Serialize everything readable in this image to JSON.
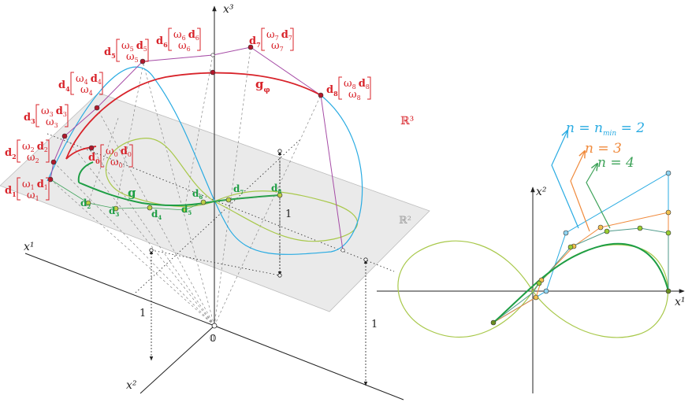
{
  "space_label": "ℝ³",
  "plane_label": "ℝ²",
  "origin_label": "𝟘",
  "axes": {
    "x1": "x¹",
    "x2": "x²",
    "x3": "x³"
  },
  "unit_label": "1",
  "curve_labels": {
    "g_phi": "g",
    "g_phi_sup": "φ",
    "g": "g"
  },
  "weighted_points": [
    {
      "d": "d",
      "sub": "0",
      "w": "ω",
      "ws": "0"
    },
    {
      "d": "d",
      "sub": "1",
      "w": "ω",
      "ws": "1"
    },
    {
      "d": "d",
      "sub": "2",
      "w": "ω",
      "ws": "2"
    },
    {
      "d": "d",
      "sub": "3",
      "w": "ω",
      "ws": "3"
    },
    {
      "d": "d",
      "sub": "4",
      "w": "ω",
      "ws": "4"
    },
    {
      "d": "d",
      "sub": "5",
      "w": "ω",
      "ws": "5"
    },
    {
      "d": "d",
      "sub": "6",
      "w": "ω",
      "ws": "6"
    },
    {
      "d": "d",
      "sub": "7",
      "w": "ω",
      "ws": "7"
    },
    {
      "d": "d",
      "sub": "8",
      "w": "ω",
      "ws": "8"
    }
  ],
  "plane_points": [
    "2",
    "3",
    "4",
    "5",
    "6",
    "7",
    "8"
  ],
  "legend": [
    {
      "text": "n = n",
      "sub": "min",
      "rest": " = 2",
      "color": "#29abe2"
    },
    {
      "text": "n = 3",
      "sub": "",
      "rest": "",
      "color": "#f08a3c"
    },
    {
      "text": "n = 4",
      "sub": "",
      "rest": "",
      "color": "#3fa35a"
    }
  ],
  "colors": {
    "red": "#d8232a",
    "green": "#1e9e45",
    "cyan": "#29abe2",
    "purple": "#a64ca6",
    "olive": "#a8c84a",
    "orange": "#f08a3c",
    "teal": "#4f9a8a",
    "plane": "#e6e6e6"
  }
}
